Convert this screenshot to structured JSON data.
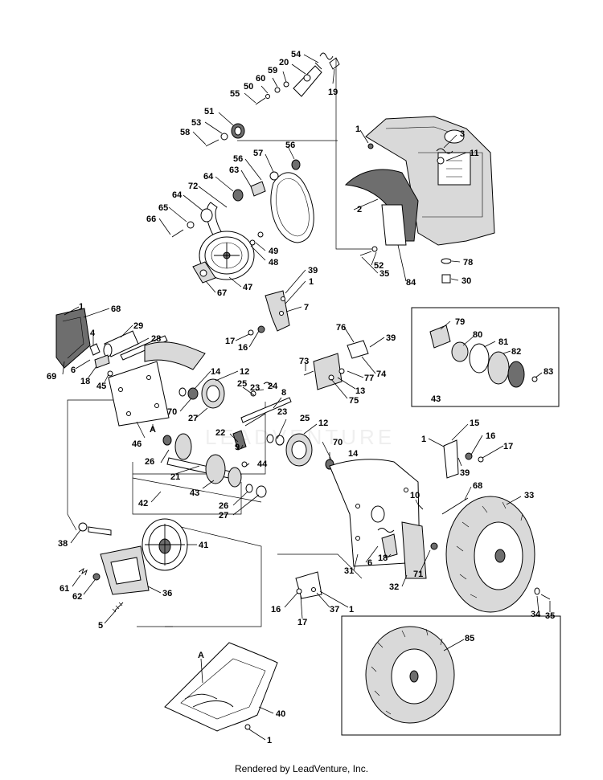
{
  "footer": "Rendered by LeadVenture, Inc.",
  "watermark": "LEADVENTURE",
  "callouts": [
    {
      "id": "c54",
      "text": "54"
    },
    {
      "id": "c20",
      "text": "20"
    },
    {
      "id": "c59",
      "text": "59"
    },
    {
      "id": "c60",
      "text": "60"
    },
    {
      "id": "c50",
      "text": "50"
    },
    {
      "id": "c55",
      "text": "55"
    },
    {
      "id": "c19",
      "text": "19"
    },
    {
      "id": "c51",
      "text": "51"
    },
    {
      "id": "c53",
      "text": "53"
    },
    {
      "id": "c58",
      "text": "58"
    },
    {
      "id": "c1a",
      "text": "1"
    },
    {
      "id": "c3",
      "text": "3"
    },
    {
      "id": "c11",
      "text": "11"
    },
    {
      "id": "c56a",
      "text": "56"
    },
    {
      "id": "c57",
      "text": "57"
    },
    {
      "id": "c56b",
      "text": "56"
    },
    {
      "id": "c63",
      "text": "63"
    },
    {
      "id": "c64a",
      "text": "64"
    },
    {
      "id": "c72",
      "text": "72"
    },
    {
      "id": "c64b",
      "text": "64"
    },
    {
      "id": "c65",
      "text": "65"
    },
    {
      "id": "c66",
      "text": "66"
    },
    {
      "id": "c2",
      "text": "2"
    },
    {
      "id": "c49",
      "text": "49"
    },
    {
      "id": "c48",
      "text": "48"
    },
    {
      "id": "c52",
      "text": "52"
    },
    {
      "id": "c35a",
      "text": "35"
    },
    {
      "id": "c84",
      "text": "84"
    },
    {
      "id": "c78",
      "text": "78"
    },
    {
      "id": "c30",
      "text": "30"
    },
    {
      "id": "c47",
      "text": "47"
    },
    {
      "id": "c67",
      "text": "67"
    },
    {
      "id": "c39a",
      "text": "39"
    },
    {
      "id": "c1b",
      "text": "1"
    },
    {
      "id": "c7",
      "text": "7"
    },
    {
      "id": "c1c",
      "text": "1"
    },
    {
      "id": "c68a",
      "text": "68"
    },
    {
      "id": "c29",
      "text": "29"
    },
    {
      "id": "c28",
      "text": "28"
    },
    {
      "id": "c4",
      "text": "4"
    },
    {
      "id": "c69",
      "text": "69"
    },
    {
      "id": "c6a",
      "text": "6"
    },
    {
      "id": "c18a",
      "text": "18"
    },
    {
      "id": "c45",
      "text": "45"
    },
    {
      "id": "c17a",
      "text": "17"
    },
    {
      "id": "c16a",
      "text": "16"
    },
    {
      "id": "c76",
      "text": "76"
    },
    {
      "id": "c73",
      "text": "73"
    },
    {
      "id": "c39b",
      "text": "39"
    },
    {
      "id": "c74",
      "text": "74"
    },
    {
      "id": "c77",
      "text": "77"
    },
    {
      "id": "c13",
      "text": "13"
    },
    {
      "id": "c75",
      "text": "75"
    },
    {
      "id": "c14a",
      "text": "14"
    },
    {
      "id": "c12a",
      "text": "12"
    },
    {
      "id": "c25a",
      "text": "25"
    },
    {
      "id": "c23a",
      "text": "23"
    },
    {
      "id": "c24",
      "text": "24"
    },
    {
      "id": "c8",
      "text": "8"
    },
    {
      "id": "c70a",
      "text": "70"
    },
    {
      "id": "c27a",
      "text": "27"
    },
    {
      "id": "cA1",
      "text": "A"
    },
    {
      "id": "c46",
      "text": "46"
    },
    {
      "id": "c23b",
      "text": "23"
    },
    {
      "id": "c25b",
      "text": "25"
    },
    {
      "id": "c12b",
      "text": "12"
    },
    {
      "id": "c22",
      "text": "22"
    },
    {
      "id": "c9",
      "text": "9"
    },
    {
      "id": "c26a",
      "text": "26"
    },
    {
      "id": "c21",
      "text": "21"
    },
    {
      "id": "c44",
      "text": "44"
    },
    {
      "id": "c43a",
      "text": "43"
    },
    {
      "id": "c42",
      "text": "42"
    },
    {
      "id": "c26b",
      "text": "26"
    },
    {
      "id": "c27b",
      "text": "27"
    },
    {
      "id": "c70b",
      "text": "70"
    },
    {
      "id": "c14b",
      "text": "14"
    },
    {
      "id": "c79",
      "text": "79"
    },
    {
      "id": "c80",
      "text": "80"
    },
    {
      "id": "c81",
      "text": "81"
    },
    {
      "id": "c82",
      "text": "82"
    },
    {
      "id": "c83",
      "text": "83"
    },
    {
      "id": "c43b",
      "text": "43"
    },
    {
      "id": "c15",
      "text": "15"
    },
    {
      "id": "c1d",
      "text": "1"
    },
    {
      "id": "c16b",
      "text": "16"
    },
    {
      "id": "c17b",
      "text": "17"
    },
    {
      "id": "c39c",
      "text": "39"
    },
    {
      "id": "c68b",
      "text": "68"
    },
    {
      "id": "c10",
      "text": "10"
    },
    {
      "id": "c33",
      "text": "33"
    },
    {
      "id": "c38",
      "text": "38"
    },
    {
      "id": "c41",
      "text": "41"
    },
    {
      "id": "c61",
      "text": "61"
    },
    {
      "id": "c62",
      "text": "62"
    },
    {
      "id": "c36",
      "text": "36"
    },
    {
      "id": "c5",
      "text": "5"
    },
    {
      "id": "c31",
      "text": "31"
    },
    {
      "id": "c6b",
      "text": "6"
    },
    {
      "id": "c18b",
      "text": "18"
    },
    {
      "id": "c32",
      "text": "32"
    },
    {
      "id": "c71",
      "text": "71"
    },
    {
      "id": "c16c",
      "text": "16"
    },
    {
      "id": "c37",
      "text": "37"
    },
    {
      "id": "c1e",
      "text": "1"
    },
    {
      "id": "c17c",
      "text": "17"
    },
    {
      "id": "c34",
      "text": "34"
    },
    {
      "id": "c35b",
      "text": "35"
    },
    {
      "id": "c85",
      "text": "85"
    },
    {
      "id": "cA2",
      "text": "A"
    },
    {
      "id": "c40",
      "text": "40"
    },
    {
      "id": "c1f",
      "text": "1"
    }
  ]
}
